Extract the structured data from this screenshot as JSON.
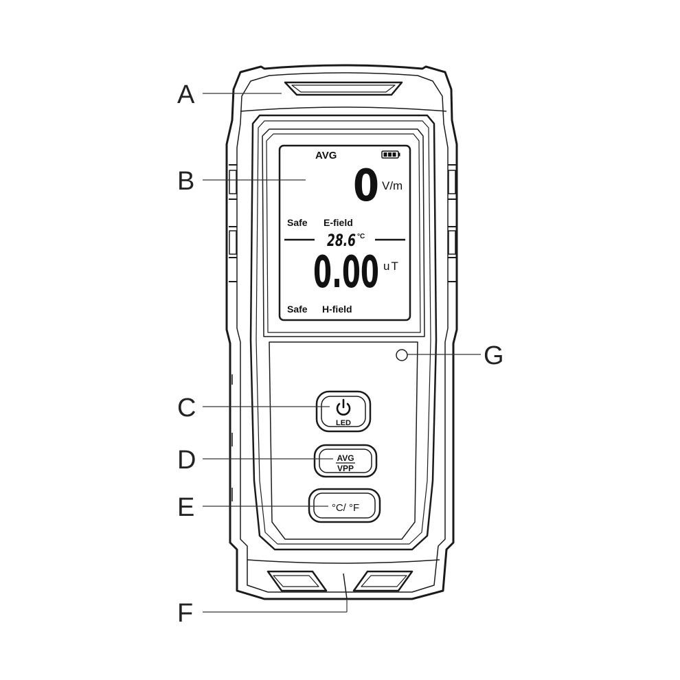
{
  "callouts": {
    "a": "A",
    "b": "B",
    "c": "C",
    "d": "D",
    "e": "E",
    "f": "F",
    "g": "G"
  },
  "lcd": {
    "mode": "AVG",
    "e_value": "0",
    "e_unit": "V/m",
    "e_status": "Safe",
    "e_label": "E-field",
    "temperature": "28.6",
    "temp_unit": "°C",
    "h_value": "0.00",
    "h_unit": "uT",
    "h_status": "Safe",
    "h_label": "H-field",
    "battery_icon": "battery-full-icon"
  },
  "buttons": {
    "power_icon": "power-icon",
    "power_label": "LED",
    "mode_top": "AVG",
    "mode_bottom": "VPP",
    "temp_label": "°C/ °F"
  }
}
